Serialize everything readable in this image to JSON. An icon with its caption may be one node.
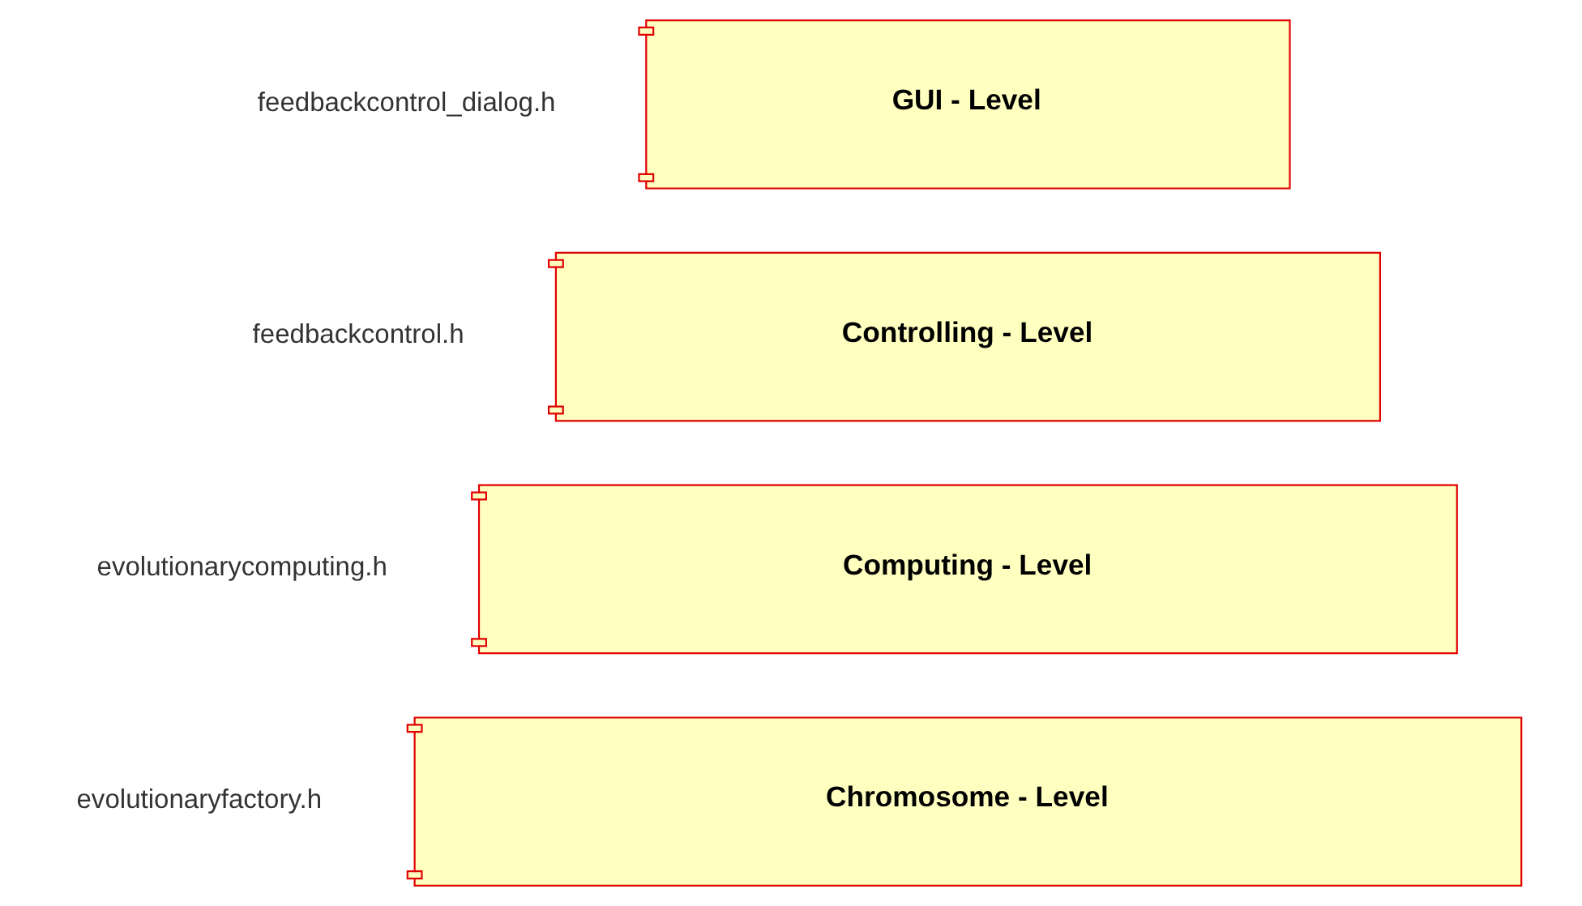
{
  "diagram": {
    "nodes": [
      {
        "text": [
          "GUI - Level"
        ],
        "beside": [
          "feedbackcontrol_dialog.h"
        ]
      },
      {
        "text": [
          "Controlling - Level"
        ],
        "beside": [
          "feedbackcontrol.h"
        ]
      },
      {
        "text": [
          "Computing - Level"
        ],
        "beside": [
          "evolutionarycomputing.h"
        ]
      },
      {
        "text": [
          "Chromosome - Level"
        ],
        "beside": [
          "evolutionaryfactory.h"
        ]
      }
    ],
    "edges": []
  }
}
